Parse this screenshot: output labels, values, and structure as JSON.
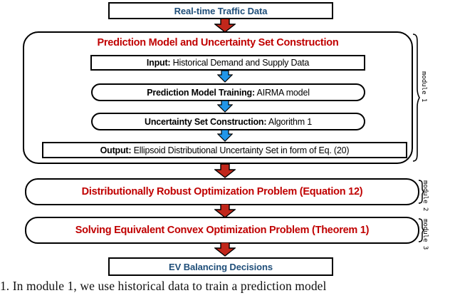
{
  "figure": {
    "colors": {
      "blue_text": "#1F4E79",
      "red_text": "#C00000",
      "red_arrow": "#C1271B",
      "blue_arrow": "#2196E8",
      "outline": "#000000",
      "background": "#FFFFFF"
    },
    "top_node": {
      "label": "Real-time Traffic Data"
    },
    "module1": {
      "title": "Prediction Model and Uncertainty Set Construction",
      "steps": [
        {
          "bold": "Input:",
          "rest": " Historical Demand and Supply Data",
          "shape": "rect"
        },
        {
          "bold": "Prediction Model Training:",
          "rest": " AIRMA model",
          "shape": "pill"
        },
        {
          "bold": "Uncertainty Set Construction:",
          "rest": " Algorithm 1",
          "shape": "pill"
        },
        {
          "bold": "Output:",
          "rest": " Ellipsoid Distributional Uncertainty Set in form of Eq. (20)",
          "shape": "rect"
        }
      ]
    },
    "module2": {
      "label": "Distributionally Robust Optimization Problem (Equation 12)"
    },
    "module3": {
      "label": "Solving Equivalent Convex Optimization Problem (Theorem 1)"
    },
    "bottom_node": {
      "label": "EV Balancing Decisions"
    },
    "module_braces": [
      {
        "label": "module 1"
      },
      {
        "label": "module 2"
      },
      {
        "label": "module 3"
      }
    ],
    "arrows": [
      {
        "name": "arrow-traffic-to-module1",
        "color": "red"
      },
      {
        "name": "arrow-input-to-training",
        "color": "blue"
      },
      {
        "name": "arrow-training-to-uncertainty",
        "color": "blue"
      },
      {
        "name": "arrow-uncertainty-to-output",
        "color": "blue"
      },
      {
        "name": "arrow-module1-to-module2",
        "color": "red"
      },
      {
        "name": "arrow-module2-to-module3",
        "color": "red"
      },
      {
        "name": "arrow-module3-to-decisions",
        "color": "red"
      }
    ],
    "caption": ". 1.   In module 1, we use historical data to train a prediction model"
  }
}
